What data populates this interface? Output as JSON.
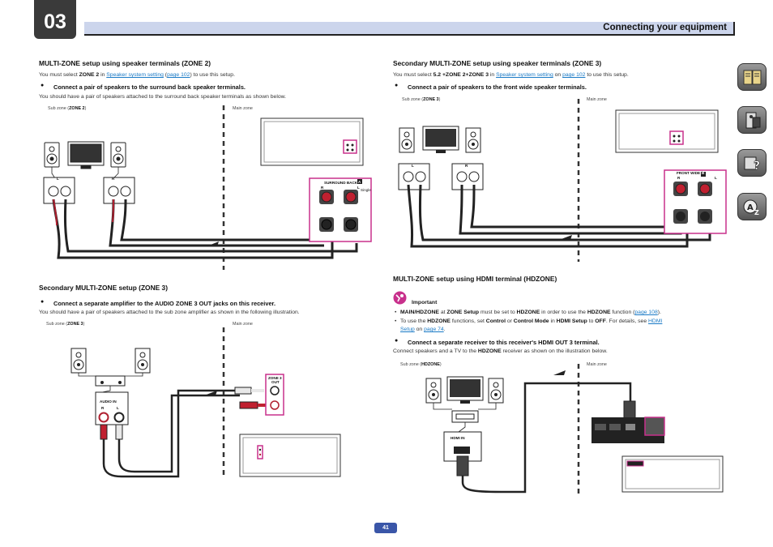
{
  "header": {
    "chapter": "03",
    "title": "Connecting your equipment"
  },
  "sidebar": {
    "icons": [
      "book-icon",
      "settings-remote-icon",
      "troubleshooting-icon",
      "glossary-icon"
    ]
  },
  "left": {
    "zone2": {
      "heading": "MULTI-ZONE setup using speaker terminals (ZONE 2)",
      "line1_pre": "You must select ",
      "line1_bold": "ZONE 2",
      "line1_mid": " in ",
      "line1_link": "Speaker system setting",
      "line1_paren_open": " (",
      "line1_page": "page 102",
      "line1_post": ") to use this setup.",
      "bullet": "Connect a pair of speakers to the surround back speaker terminals.",
      "desc": "You should have a pair of speakers attached to the surround back speaker terminals as shown below.",
      "sub_zone_pre": "Sub zone (",
      "sub_zone_bold": "ZONE 2",
      "sub_zone_post": ")",
      "main_zone": "Main zone",
      "labels": {
        "l": "L",
        "r": "R",
        "terminal": "SURROUND BACK",
        "terminal_badge": "A",
        "rr": "R",
        "ll": "L",
        "single": "Single"
      }
    },
    "zone3": {
      "heading": "Secondary MULTI-ZONE setup (ZONE 3)",
      "bullet": "Connect a separate amplifier to the AUDIO ZONE 3 OUT jacks on this receiver.",
      "desc": "You should have a pair of speakers attached to the sub zone amplifier as shown in the following illustration.",
      "sub_zone_pre": "Sub zone (",
      "sub_zone_bold": "ZONE 3",
      "sub_zone_post": ")",
      "main_zone": "Main zone",
      "labels": {
        "audio_in": "AUDIO IN",
        "r": "R",
        "l": "L",
        "zone3_out_1": "ZONE 3",
        "zone3_out_2": "OUT"
      }
    }
  },
  "right": {
    "zone3_terminals": {
      "heading": "Secondary MULTI-ZONE setup using speaker terminals (ZONE 3)",
      "line1_pre": "You must select ",
      "line1_bold": "5.2 +ZONE 2+ZONE 3",
      "line1_mid": " in ",
      "line1_link": "Speaker system setting",
      "line1_on": " on ",
      "line1_page": "page 102",
      "line1_post": " to use this setup.",
      "bullet": "Connect a pair of speakers to the front wide speaker terminals.",
      "sub_zone_pre": "Sub zone (",
      "sub_zone_bold": "ZONE 3",
      "sub_zone_post": ")",
      "main_zone": "Main zone",
      "labels": {
        "l": "L",
        "r": "R",
        "terminal": "FRONT WIDE /",
        "terminal_badge": "B",
        "rr": "R",
        "ll": "L"
      }
    },
    "hdzone": {
      "heading": "MULTI-ZONE setup using HDMI terminal (HDZONE)",
      "important": "Important",
      "item1": {
        "b1": "MAIN/HDZONE",
        "t1": " at ",
        "b2": "ZONE Setup",
        "t2": " must be set to ",
        "b3": "HDZONE",
        "t3": " in order to use the ",
        "b4": "HDZONE",
        "t4": " function (",
        "link": "page 108",
        "t5": ")."
      },
      "item2": {
        "t1": "To use the ",
        "b1": "HDZONE",
        "t2": " functions, set ",
        "b2": "Control",
        "t3": " or ",
        "b3": "Control Mode",
        "t4": " in ",
        "b4": "HDMI Setup",
        "t5": " to ",
        "b5": "OFF",
        "t6": ". For details, see ",
        "link": "HDMI"
      },
      "item2b": {
        "link": "Setup",
        "t1": " on ",
        "link2": "page 74",
        "t2": "."
      },
      "bullet": "Connect a separate receiver to this receiver's HDMI OUT 3 terminal.",
      "desc_pre": "Connect speakers and a TV to the ",
      "desc_bold": "HDZONE",
      "desc_post": " receiver as shown on the illustration below.",
      "sub_zone_pre": "Sub zone (",
      "sub_zone_bold": "HDZONE",
      "sub_zone_post": ")",
      "main_zone": "Main zone",
      "labels": {
        "hdmi_in": "HDMI IN"
      }
    }
  },
  "footer": {
    "page": "41"
  },
  "colors": {
    "accent": "#c8308c",
    "header_bar": "#ccd5ec",
    "link": "#1a7ac6",
    "cable": "#1a1a1a"
  }
}
